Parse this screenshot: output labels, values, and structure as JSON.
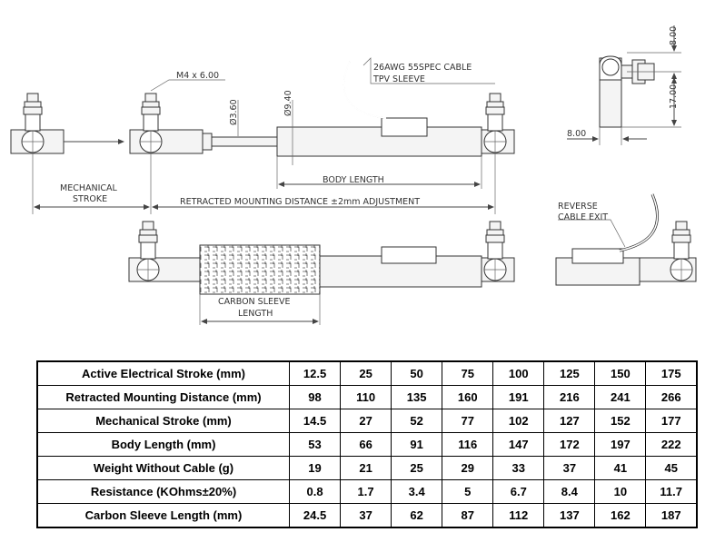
{
  "drawing": {
    "labels": {
      "thread": "M4 x 6.00",
      "dia_rod": "Ø3.60",
      "dia_body": "Ø9.40",
      "cable_line1": "26AWG 55SPEC CABLE",
      "cable_line2": "TPV SLEEVE",
      "body_length": "BODY LENGTH",
      "mech_stroke_line1": "MECHANICAL",
      "mech_stroke_line2": "STROKE",
      "retracted": "RETRACTED MOUNTING DISTANCE ±2mm ADJUSTMENT",
      "dim_8_top": "8.00",
      "dim_17": "17.00",
      "dim_8_left": "8.00",
      "reverse_line1": "REVERSE",
      "reverse_line2": "CABLE EXIT",
      "carbon_line1": "CARBON SLEEVE",
      "carbon_line2": "LENGTH"
    }
  },
  "table": {
    "rows": [
      {
        "label": "Active Electrical Stroke (mm)",
        "values": [
          "12.5",
          "25",
          "50",
          "75",
          "100",
          "125",
          "150",
          "175"
        ]
      },
      {
        "label": "Retracted Mounting Distance (mm)",
        "values": [
          "98",
          "110",
          "135",
          "160",
          "191",
          "216",
          "241",
          "266"
        ]
      },
      {
        "label": "Mechanical Stroke (mm)",
        "values": [
          "14.5",
          "27",
          "52",
          "77",
          "102",
          "127",
          "152",
          "177"
        ]
      },
      {
        "label": "Body Length (mm)",
        "values": [
          "53",
          "66",
          "91",
          "116",
          "147",
          "172",
          "197",
          "222"
        ]
      },
      {
        "label": "Weight Without Cable (g)",
        "values": [
          "19",
          "21",
          "25",
          "29",
          "33",
          "37",
          "41",
          "45"
        ]
      },
      {
        "label": "Resistance (KOhms±20%)",
        "values": [
          "0.8",
          "1.7",
          "3.4",
          "5",
          "6.7",
          "8.4",
          "10",
          "11.7"
        ]
      },
      {
        "label": "Carbon Sleeve Length (mm)",
        "values": [
          "24.5",
          "37",
          "62",
          "87",
          "112",
          "137",
          "162",
          "187"
        ]
      }
    ]
  }
}
